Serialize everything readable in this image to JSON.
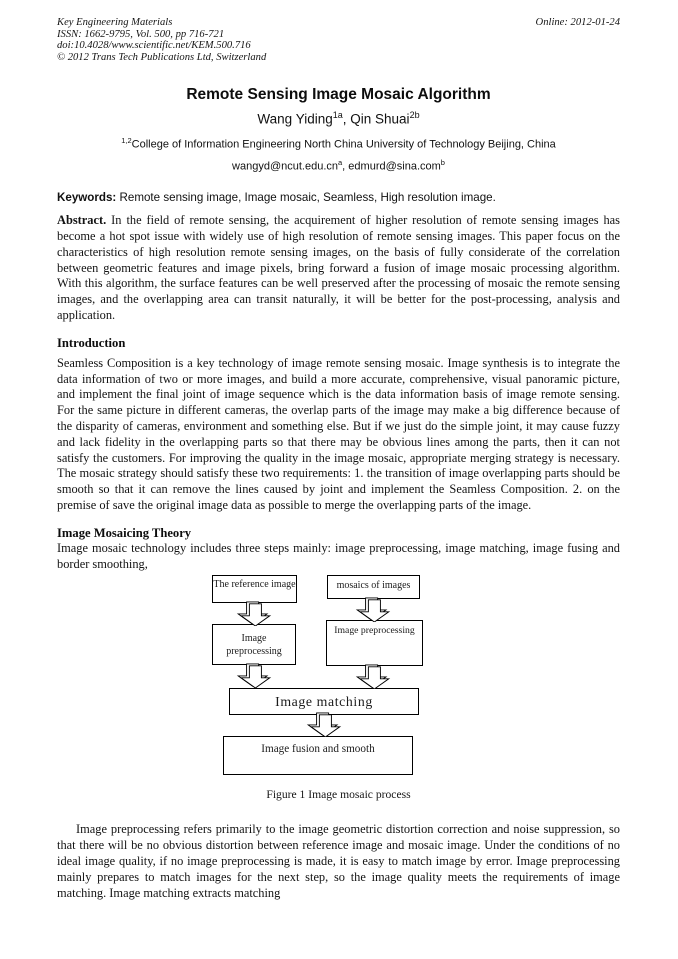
{
  "header": {
    "journal": "Key Engineering Materials",
    "issn_line": "ISSN: 1662-9795, Vol. 500, pp 716-721",
    "doi_line": "doi:10.4028/www.scientific.net/KEM.500.716",
    "copyright_line": "© 2012 Trans Tech Publications Ltd, Switzerland",
    "online_date": "Online: 2012-01-24"
  },
  "title_block": {
    "title": "Remote Sensing Image Mosaic Algorithm",
    "author1": "Wang Yiding",
    "author1_sup": "1a",
    "author_sep": ", ",
    "author2": "Qin Shuai",
    "author2_sup": "2b",
    "affiliation_sup": "1,2",
    "affiliation": "College of Information Engineering North China University of Technology Beijing, China",
    "email1": "wangyd@ncut.edu.cn",
    "email1_sup": "a",
    "email_sep": ", ",
    "email2": "edmurd@sina.com",
    "email2_sup": "b"
  },
  "keywords": {
    "label": "Keywords:",
    "text": " Remote sensing image, Image mosaic, Seamless, High resolution image."
  },
  "abstract": {
    "label": "Abstract.",
    "text": " In the field of remote sensing, the acquirement of higher resolution of remote sensing images has become a hot spot issue with widely use of high resolution of remote sensing images. This paper focus on the characteristics of high resolution remote sensing images, on the basis of fully considerate of the correlation between geometric features and image pixels, bring forward a fusion of image mosaic processing algorithm. With this algorithm, the surface features can be well preserved after the processing of mosaic the remote sensing images, and the overlapping area can transit naturally, it will be better for the post-processing, analysis and application."
  },
  "sections": {
    "introduction": {
      "heading": "Introduction",
      "body": "Seamless Composition is a key technology of image remote sensing mosaic. Image synthesis is to integrate the data information of two or more images, and build a more accurate, comprehensive, visual panoramic picture, and implement the final joint of image sequence which is the data information basis of image remote sensing. For the same picture in different cameras, the overlap parts of the image may make a big difference because of the disparity of cameras, environment and something else. But if we just do the simple joint, it may cause fuzzy and lack fidelity in the overlapping parts so that there may be obvious lines among the parts, then it can not satisfy the customers. For improving the quality in the image mosaic, appropriate merging strategy is necessary. The mosaic strategy should satisfy these two requirements: 1. the transition of image overlapping parts should be smooth so that it can remove the lines caused by joint and implement the Seamless Composition. 2. on the premise of save the original image data as possible to merge the overlapping parts of the image."
    },
    "theory": {
      "heading": "Image Mosaicing Theory",
      "body": "Image mosaic technology includes three steps mainly: image preprocessing, image matching, image fusing and border smoothing,"
    },
    "after_figure": "Image preprocessing refers primarily to the image geometric distortion correction and noise suppression, so that there will be no obvious distortion between reference image and mosaic image. Under the conditions of no ideal image quality, if no image preprocessing is made, it is easy to match image by error. Image preprocessing mainly prepares to match images for the next step, so the image quality meets the requirements of image matching. Image matching extracts matching"
  },
  "figure": {
    "boxes": {
      "reference": "The reference image",
      "mosaics": "mosaics of images",
      "preprocess_left": "Image preprocessing",
      "preprocess_right": "Image preprocessing",
      "matching": "Image matching",
      "fusion": "Image fusion and smooth"
    },
    "caption": "Figure 1 Image mosaic process"
  }
}
